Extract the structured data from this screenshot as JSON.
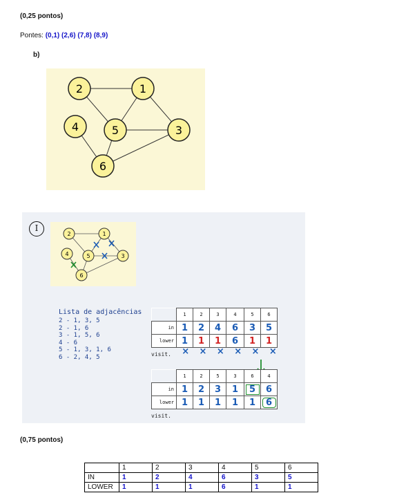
{
  "part_a": {
    "points": "(0,25 pontos)",
    "bridges_label": "Pontes:",
    "bridges_value": "(0,1) (2,6) (7,8) (8,9)"
  },
  "part_b": {
    "label": "b)",
    "graph_nodes": [
      "1",
      "2",
      "3",
      "4",
      "5",
      "6"
    ]
  },
  "handwritten": {
    "section_mark": "I",
    "mini_nodes": [
      "1",
      "2",
      "3",
      "4",
      "5",
      "6"
    ],
    "adjacency_title": "Lista de adjacências",
    "adjacency_lines": [
      "2 - 1, 3, 5",
      "2 - 1, 6",
      "3 - 1, 5, 6",
      "4 - 6",
      "5 - 1, 3, 1, 6",
      "6 - 2, 4, 5"
    ],
    "table1": {
      "headers": [
        "1",
        "2",
        "3",
        "4",
        "5",
        "6"
      ],
      "in_label": "in",
      "in_values": [
        "1",
        "2",
        "4",
        "6",
        "3",
        "5"
      ],
      "lower_label": "lower",
      "lower_values": [
        "1",
        "1",
        "1",
        "6",
        "1",
        "1"
      ],
      "visit_label": "visit.",
      "visit_marks": [
        "×",
        "×",
        "×",
        "×",
        "×",
        "×"
      ]
    },
    "table2": {
      "headers": [
        "1",
        "2",
        "5",
        "3",
        "6",
        "4"
      ],
      "in_label": "in",
      "in_values": [
        "1",
        "2",
        "3",
        "1",
        "5",
        "6"
      ],
      "lower_label": "lower",
      "lower_values": [
        "1",
        "1",
        "1",
        "1",
        "1",
        "6"
      ],
      "visit_label": "visit."
    }
  },
  "part_c": {
    "points": "(0,75 pontos)"
  },
  "final_table": {
    "headers": [
      "",
      "1",
      "2",
      "3",
      "4",
      "5",
      "6"
    ],
    "rows": [
      {
        "label": "IN",
        "values": [
          "1",
          "2",
          "4",
          "6",
          "3",
          "5"
        ]
      },
      {
        "label": "LOWER",
        "values": [
          "1",
          "1",
          "1",
          "6",
          "1",
          "1"
        ]
      }
    ]
  }
}
